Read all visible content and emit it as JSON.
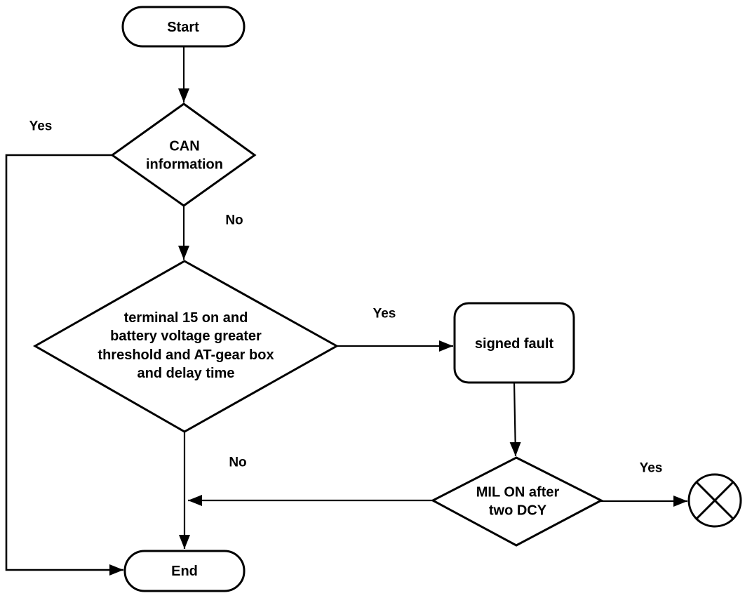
{
  "nodes": {
    "start": {
      "label": "Start",
      "type": "terminator"
    },
    "can": {
      "label": "CAN\ninformation",
      "type": "decision"
    },
    "condition": {
      "label": "terminal 15 on and\nbattery voltage greater\nthreshold and AT-gear box\nand delay time",
      "type": "decision"
    },
    "signed_fault": {
      "label": "signed fault",
      "type": "process"
    },
    "mil": {
      "label": "MIL ON after\ntwo DCY",
      "type": "decision"
    },
    "end": {
      "label": "End",
      "type": "terminator"
    },
    "stop": {
      "icon": "circle-x-icon",
      "type": "terminator-symbol"
    }
  },
  "edges": {
    "can_yes": {
      "label": "Yes",
      "from": "can",
      "to": "end"
    },
    "can_no": {
      "label": "No",
      "from": "can",
      "to": "condition"
    },
    "condition_yes": {
      "label": "Yes",
      "from": "condition",
      "to": "signed_fault"
    },
    "condition_no": {
      "label": "No",
      "from": "condition",
      "to": "end"
    },
    "mil_yes": {
      "label": "Yes",
      "from": "mil",
      "to": "stop"
    },
    "start_flow": {
      "from": "start",
      "to": "can"
    },
    "signed_fault_flow": {
      "from": "signed_fault",
      "to": "mil"
    }
  },
  "colors": {
    "stroke": "#000000",
    "background": "#ffffff",
    "text": "#000000"
  }
}
